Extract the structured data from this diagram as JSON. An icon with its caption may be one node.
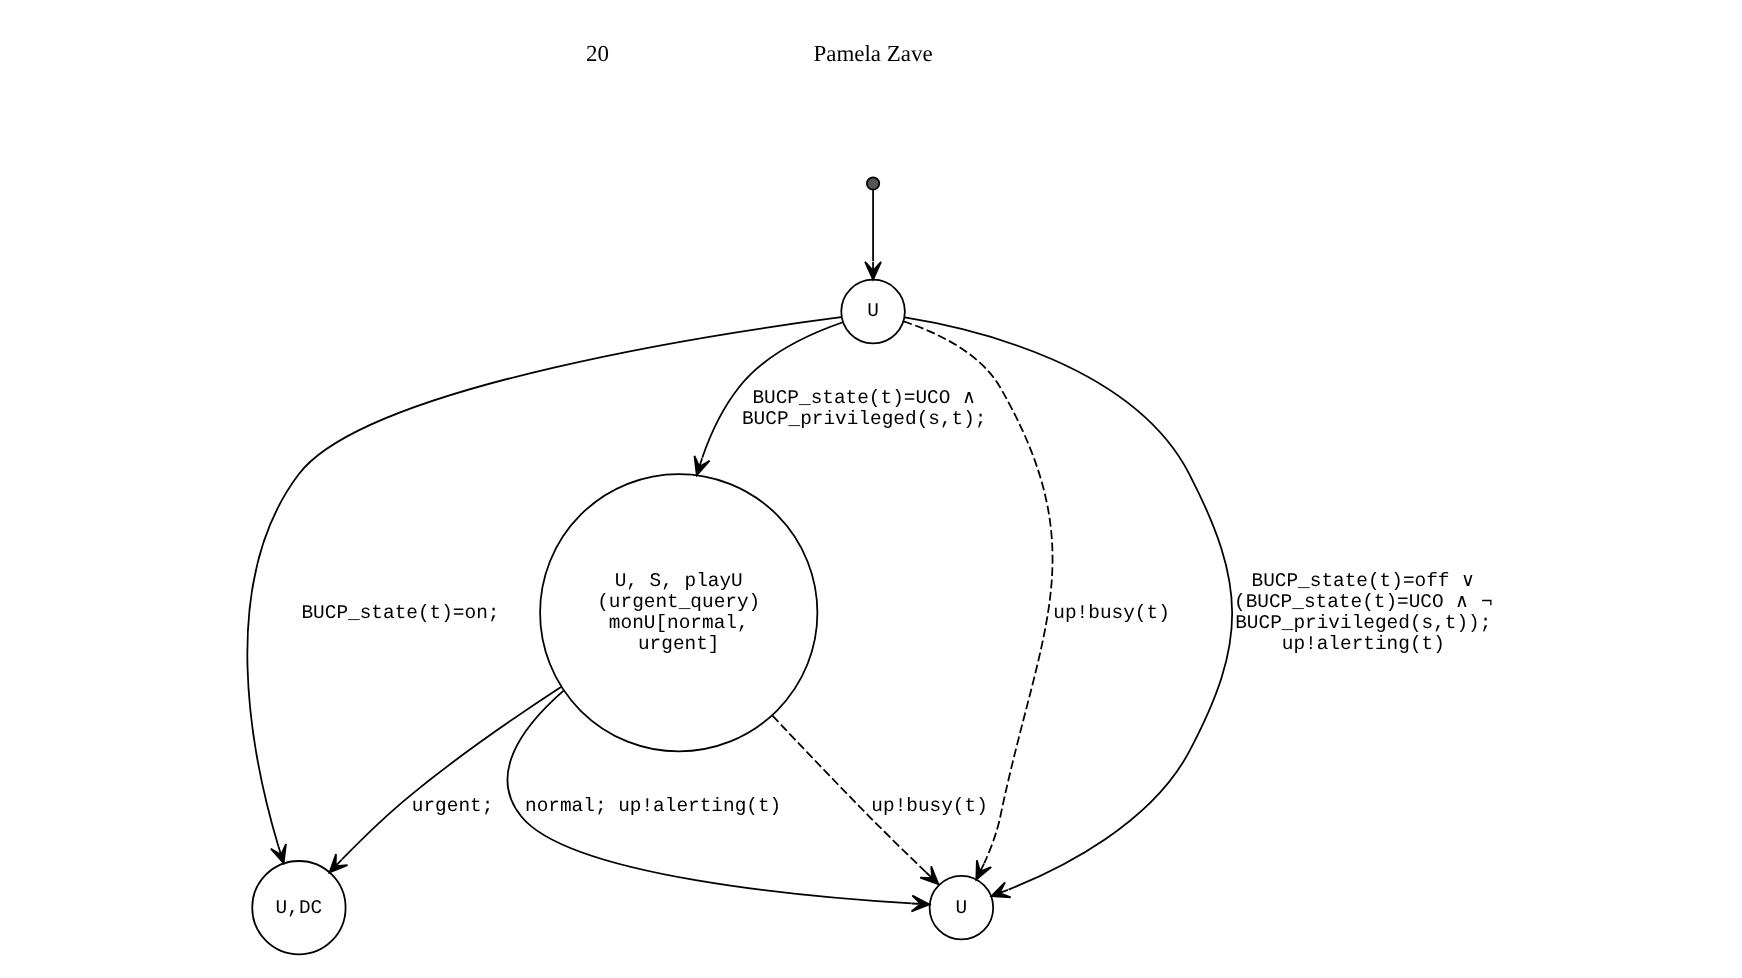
{
  "diagram": {
    "nodes": [
      {
        "text": [],
        "shape": "circle"
      },
      {
        "text": [
          "U"
        ]
      },
      {
        "text": [
          "U,DC"
        ]
      },
      {
        "text": [
          "U"
        ]
      },
      {
        "text": [
          "U, S, playU (urgent_query) monU[normal, urgent]"
        ]
      }
    ],
    "edges": [
      {
        "from": 0,
        "to": 1,
        "arrow": "to"
      },
      {
        "from": 1,
        "to": 2,
        "arrow": "to",
        "label": "BUCP_state(t)=on;"
      },
      {
        "from": 1,
        "to": 3,
        "arrow": "to",
        "style": "dashed",
        "label": "up!busy(t)"
      },
      {
        "from": 1,
        "to": 3,
        "arrow": "to",
        "label": "BUCP_state(t)=off ∨ (BUCP_state(t)=UCO ∧ ¬ BUCP_privileged(s,t)); up!alerting(t)"
      },
      {
        "from": 1,
        "to": 4,
        "arrow": "to",
        "label": "BUCP_state(t)=UCO ∧ BUCP_privileged(s,t);"
      },
      {
        "from": 4,
        "to": 3,
        "arrow": "to",
        "label": "normal; up!alerting(t)"
      },
      {
        "from": 4,
        "to": 2,
        "arrow": "to",
        "label": "urgent;"
      },
      {
        "from": 4,
        "to": 3,
        "arrow": "to",
        "style": "dashed",
        "label": "up!busy(t)"
      }
    ],
    "labels": [
      "20",
      "Pamela Zave"
    ]
  }
}
